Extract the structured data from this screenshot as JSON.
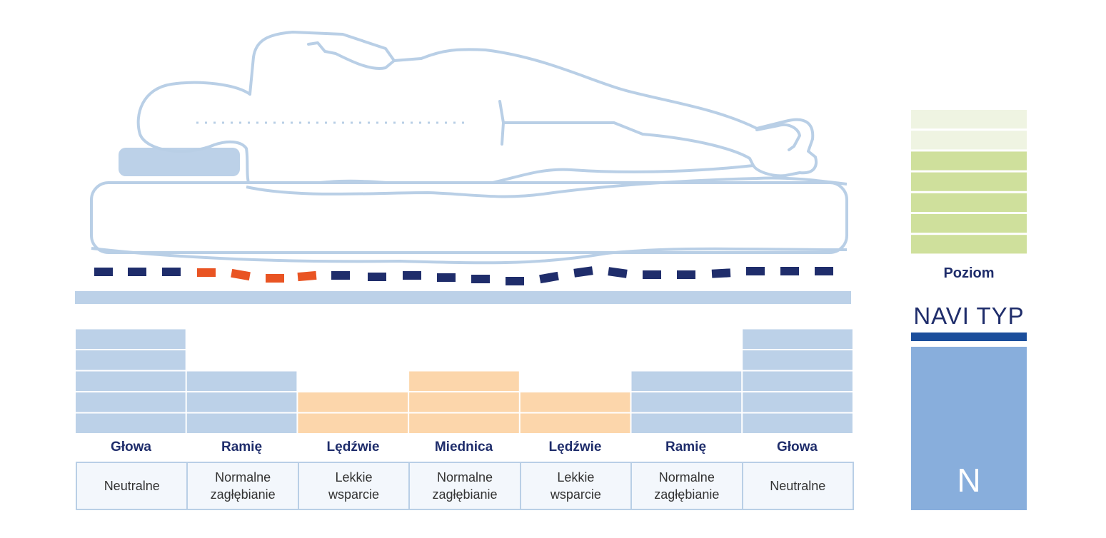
{
  "zones": [
    {
      "label": "Głowa",
      "description": "Neutralne",
      "level": 5,
      "highlight": false
    },
    {
      "label": "Ramię",
      "description": "Normalne\nzagłębianie",
      "level": 3,
      "highlight": false
    },
    {
      "label": "Lędźwie",
      "description": "Lekkie\nwsparcie",
      "level": 2,
      "highlight": true
    },
    {
      "label": "Miednica",
      "description": "Normalne\nzagłębianie",
      "level": 3,
      "highlight": true
    },
    {
      "label": "Lędźwie",
      "description": "Lekkie\nwsparcie",
      "level": 2,
      "highlight": true
    },
    {
      "label": "Ramię",
      "description": "Normalne\nzagłębianie",
      "level": 3,
      "highlight": false
    },
    {
      "label": "Głowa",
      "description": "Neutralne",
      "level": 5,
      "highlight": false
    }
  ],
  "poziom": {
    "label": "Poziom",
    "total_levels": 7,
    "filled_levels": 5
  },
  "navi": {
    "title": "NAVI TYP",
    "type_letter": "N"
  },
  "colors": {
    "outline": "#b9cfe6",
    "zone_fill": "#bcd1e8",
    "zone_highlight": "#fcd6ab",
    "spine_dash": "#1f2d6b",
    "spine_highlight": "#e95423",
    "poziom_light": "#eff4e2",
    "poziom_filled": "#cfe09c",
    "navi_bar": "#1b4e9b",
    "navi_box": "#88aedc",
    "label_text": "#1f2d6b"
  }
}
